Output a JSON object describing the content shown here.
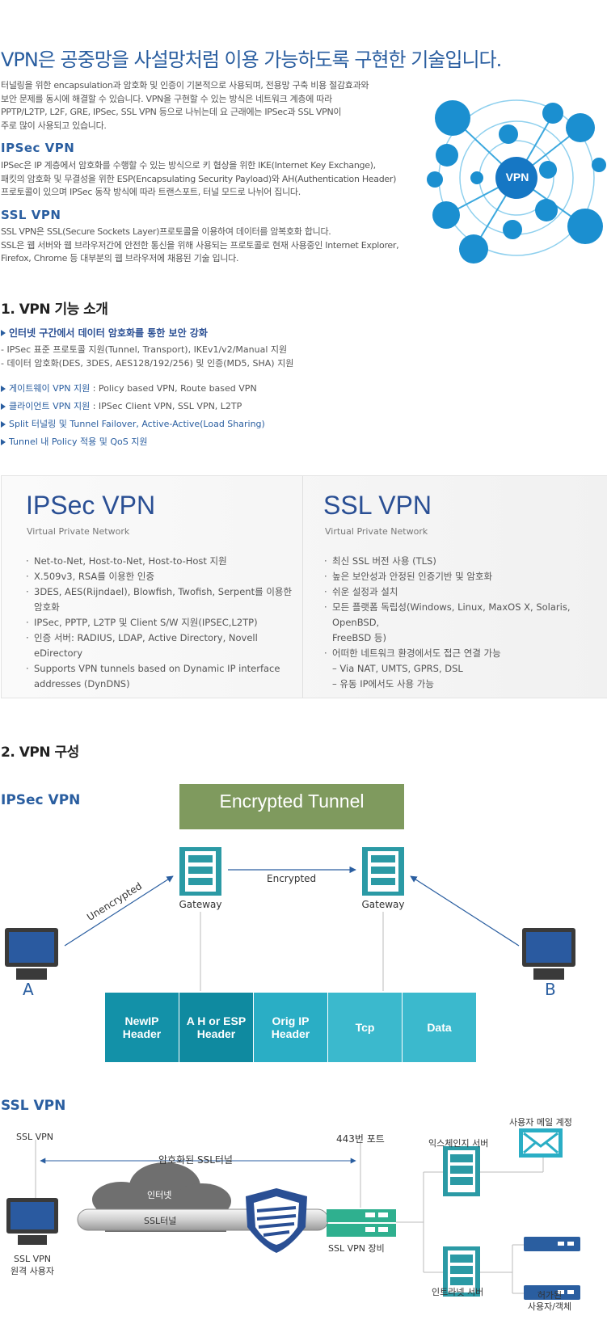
{
  "intro": {
    "headline": "VPN은 공중망을 사설망처럼 이용 가능하도록 구현한 기술입니다.",
    "paragraph_lines": [
      "터널링을 위한 encapsulation과 암호화 및 인증이 기본적으로 사용되며, 전용망 구축 비용 절감효과와",
      "보안 문제를 동시에 해결할 수 있습니다. VPN을 구현할 수 있는 방식은 네트워크 계층에 따라",
      "PPTP/L2TP, L2F, GRE, IPSec, SSL VPN 등으로 나뉘는데 요 근래에는 IPSec과 SSL VPN이",
      "주로 많이 사용되고 있습니다."
    ],
    "ipsec_title": "IPSec VPN",
    "ipsec_lines": [
      "IPSec은 IP 계층에서 암호화를 수행할 수 있는 방식으로 키 협상을 위한 IKE(Internet Key Exchange),",
      "패킷의 암호화 및 무결성을 위한 ESP(Encapsulating Security Payload)와 AH(Authentication Header)",
      "프로토콜이 있으며 IPSec 동작 방식에 따라 트랜스포트, 터널 모드로 나뉘어 집니다."
    ],
    "ssl_title": "SSL VPN",
    "ssl_lines": [
      "SSL VPN은 SSL(Secure Sockets Layer)프로토콜을 이용하여 데이터를 암복호화 합니다.",
      "SSL은 웹 서버와 웹 브라우저간에 안전한 통신을 위해 사용되는 프로토콜로 현재 사용중인 Internet Explorer,",
      "Firefox, Chrome 등 대부분의 웹 브라우저에 채용된 기술 입니다."
    ],
    "hub_label": "VPN"
  },
  "features": {
    "title": "1. VPN 기능 소개",
    "heading": "인터넷 구간에서 데이터 암호화를 통한 보안 강화",
    "lines": [
      "- IPSec 표준 프로토콜 지원(Tunnel, Transport), IKEv1/v2/Manual 지원",
      "- 데이터 암호화(DES, 3DES, AES128/192/256) 및 인증(MD5, SHA) 지원"
    ],
    "bullets": [
      {
        "label": "게이트웨이 VPN 지원",
        "detail": " : Policy based VPN, Route based VPN"
      },
      {
        "label": "클라이언트 VPN 지원",
        "detail": " : IPSec Client VPN, SSL VPN, L2TP"
      },
      {
        "label": "Split 터널링 및 Tunnel Failover, Active-Active(Load Sharing)",
        "detail": ""
      },
      {
        "label": "Tunnel 내 Policy 적용 및 QoS 지원",
        "detail": ""
      }
    ]
  },
  "comparison": {
    "ipsec": {
      "title": "IPSec VPN",
      "subtitle": "Virtual Private Network",
      "items": [
        "Net-to-Net, Host-to-Net, Host-to-Host 지원",
        "X.509v3, RSA를 이용한 인증",
        "3DES, AES(Rijndael), Blowfish, Twofish, Serpent를 이용한 암호화",
        "IPSec, PPTP, L2TP 및 Client S/W 지원(IPSEC,L2TP)",
        "인증 서버: RADIUS, LDAP, Active Directory, Novell eDirectory",
        "Supports VPN tunnels based on Dynamic IP interface",
        "addresses (DynDNS)"
      ]
    },
    "ssl": {
      "title": "SSL VPN",
      "subtitle": "Virtual Private Network",
      "items": [
        "최신 SSL 버전 사용 (TLS)",
        "높은 보안성과 안정된 인증기반 및 암호화",
        "쉬운 설정과 설치",
        "모든 플랫폼 독립성(Windows, Linux, MaxOS X, Solaris, OpenBSD,",
        "FreeBSD 등)",
        "어떠한 네트워크 환경에서도 접근 연결 가능",
        "– Via NAT, UMTS, GPRS, DSL",
        "– 유동 IP에서도 사용 가능"
      ]
    }
  },
  "architecture": {
    "title": "2. VPN 구성",
    "ipsec_label": "IPSec VPN",
    "tunnel_label": "Encrypted Tunnel",
    "encrypted_label": "Encrypted",
    "unencrypted_label": "Unencrypted",
    "gateway_left": "Gateway",
    "gateway_right": "Gateway",
    "host_a": "A",
    "host_b": "B",
    "packet": [
      {
        "line1": "NewIP",
        "line2": "Header",
        "color": "#1391a8"
      },
      {
        "line1": "A H or ESP",
        "line2": "Header",
        "color": "#0f8aa0"
      },
      {
        "line1": "Orig IP",
        "line2": "Header",
        "color": "#2aaec5"
      },
      {
        "line1": "Tcp",
        "line2": "",
        "color": "#3bb9cd"
      },
      {
        "line1": "Data",
        "line2": "",
        "color": "#3bb9cd"
      }
    ],
    "ssl_label": "SSL VPN",
    "ssl_vpn_top": "SSL VPN",
    "ssl_tunnel_label": "암호화된 SSL터널",
    "port_label": "443번 포트",
    "internet_label": "인터넷",
    "ssl_pipe_label": "SSL터널",
    "remote_user": "SSL VPN",
    "remote_user2": "원격 사용자",
    "appliance_label": "SSL VPN 장비",
    "exchange_server": "익스체인지 서버",
    "mail_account": "사용자 메일 계정",
    "intranet_server": "인트라넷 서버",
    "allowed_user": "허가된",
    "allowed_user2": "사용자/객체"
  },
  "colors": {
    "brand_blue": "#2a5ea0",
    "tunnel_green": "#7f9a5e",
    "teal": "#2aaec5"
  }
}
